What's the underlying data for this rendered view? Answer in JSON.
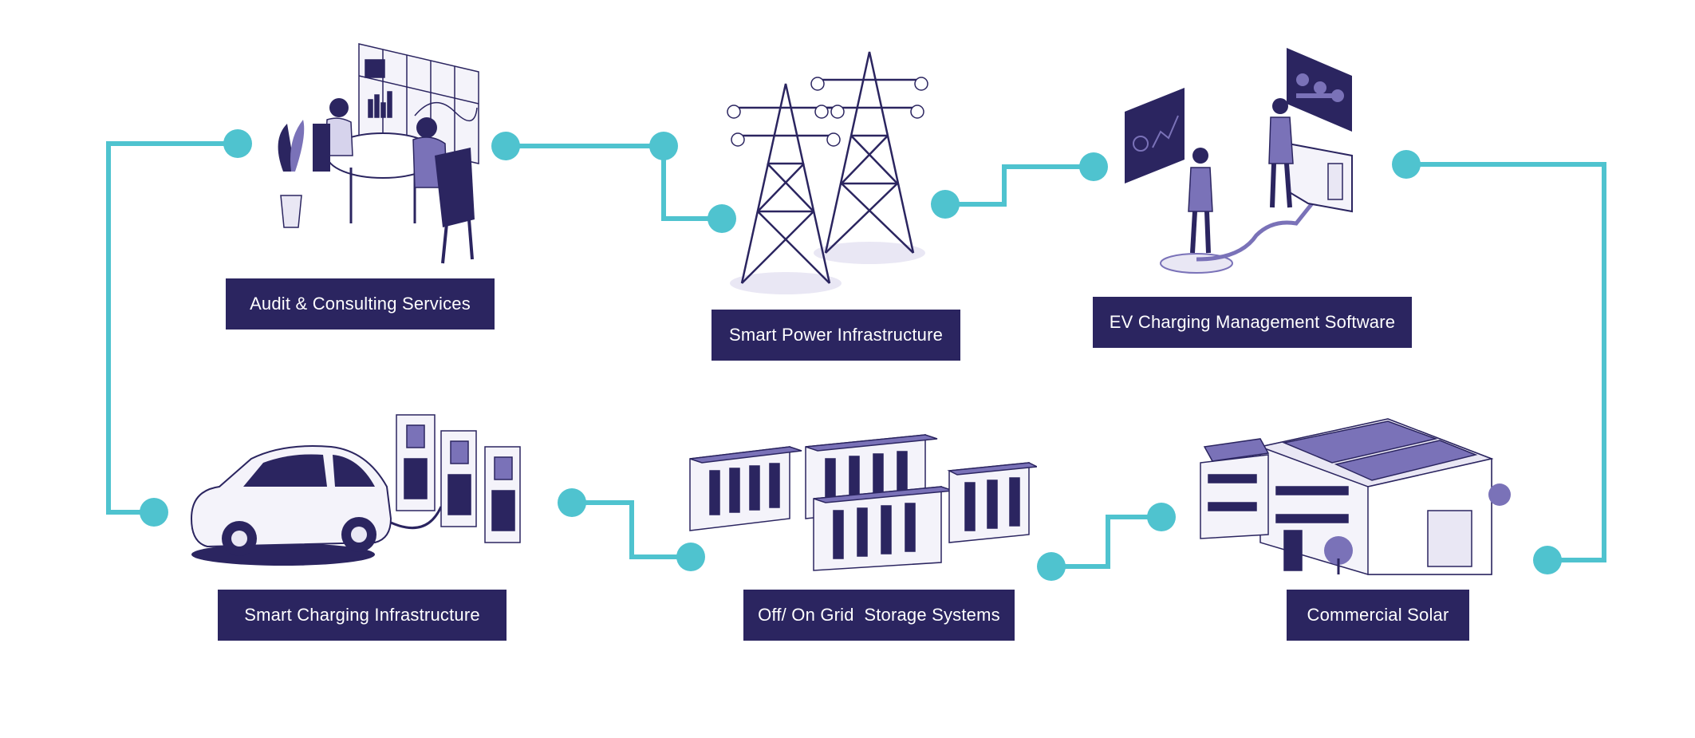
{
  "colors": {
    "connector": "#4fc3cf",
    "label_bg": "#2b2560",
    "label_text": "#ffffff",
    "ink": "#2b2560",
    "mid": "#7a72b8",
    "light": "#e9e7f4"
  },
  "steps": [
    {
      "id": "audit",
      "label": "Audit & Consulting Services",
      "icon": "consulting-meeting-icon"
    },
    {
      "id": "power",
      "label": "Smart Power Infrastructure",
      "icon": "transmission-tower-icon"
    },
    {
      "id": "software",
      "label": "EV Charging Management Software",
      "icon": "control-dashboard-icon"
    },
    {
      "id": "charging",
      "label": "Smart Charging Infrastructure",
      "icon": "ev-charger-car-icon"
    },
    {
      "id": "storage",
      "label": "Off/ On Grid  Storage Systems",
      "icon": "battery-storage-icon"
    },
    {
      "id": "solar",
      "label": "Commercial Solar",
      "icon": "solar-building-icon"
    }
  ]
}
